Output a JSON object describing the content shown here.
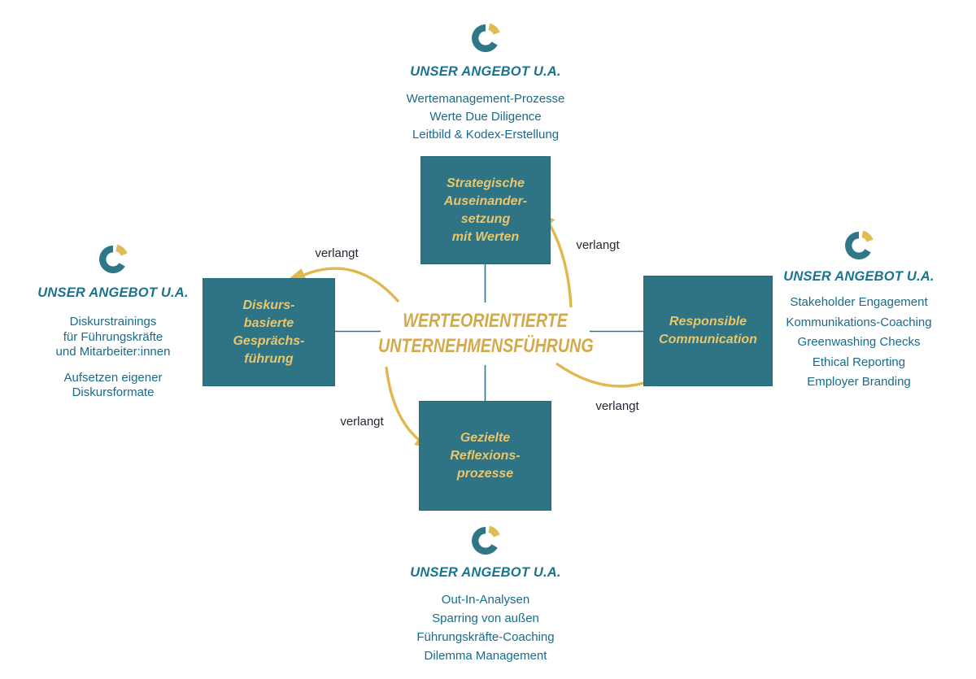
{
  "colors": {
    "teal_box": "#2E7484",
    "teal_heading": "#1B7390",
    "teal_body_text": "#196B8B",
    "gold_arrow": "#E0B84F",
    "gold_box_text": "#EAC66A",
    "gold_title": "#D4A94A",
    "label_dark": "#1F2630"
  },
  "center": {
    "title_line1": "WERTEORIENTIERTE",
    "title_line2": "UNTERNEHMENSFÜHRUNG"
  },
  "boxes": {
    "top": {
      "text": "Strategische\nAuseinander-\nsetzung\nmit Werten"
    },
    "left": {
      "text": "Diskurs-\nbasierte\nGesprächs-\nführung"
    },
    "right": {
      "text": "Responsible\nCommunication"
    },
    "bottom": {
      "text": "Gezielte\nReflexions-\nprozesse"
    }
  },
  "offers": {
    "heading": "UNSER ANGEBOT U.A.",
    "top": {
      "items": [
        "Wertemanagement-Prozesse",
        "Werte Due Diligence",
        "Leitbild & Kodex-Erstellung"
      ]
    },
    "left": {
      "groups": [
        [
          "Diskurstrainings",
          "für Führungskräfte",
          "und Mitarbeiter:innen"
        ],
        [
          "Aufsetzen eigener",
          "Diskursformate"
        ]
      ]
    },
    "right": {
      "items": [
        "Stakeholder Engagement",
        "Kommunikations-Coaching",
        "Greenwashing Checks",
        "Ethical Reporting",
        "Employer Branding"
      ]
    },
    "bottom": {
      "items": [
        "Out-In-Analysen",
        "Sparring von außen",
        "Führungskräfte-Coaching",
        "Dilemma Management"
      ]
    }
  },
  "arrow_label": "verlangt"
}
